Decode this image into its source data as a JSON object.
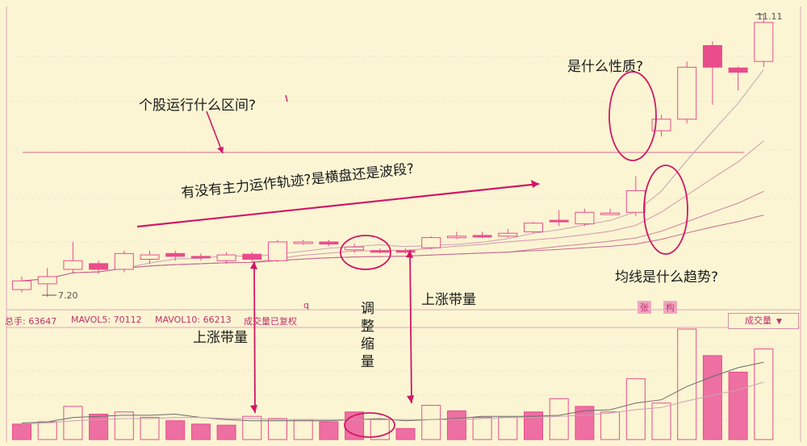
{
  "chart_data": {
    "type": "candlestick",
    "price_high_label": "11.11",
    "price_low_label": "7.20",
    "colors": {
      "background": "#fbf5d3",
      "up": "#e94d8c",
      "down": "#e94d8c",
      "grid": "#e6a3bd",
      "ma": "#d9a6b8",
      "annotation": "#d01766"
    },
    "candles": [
      {
        "open": 7.3,
        "close": 7.42,
        "high": 7.48,
        "low": 7.26,
        "up": true
      },
      {
        "open": 7.38,
        "close": 7.48,
        "high": 7.6,
        "low": 7.2,
        "up": true
      },
      {
        "open": 7.58,
        "close": 7.7,
        "high": 7.96,
        "low": 7.52,
        "up": true
      },
      {
        "open": 7.66,
        "close": 7.58,
        "high": 7.7,
        "low": 7.52,
        "up": false
      },
      {
        "open": 7.58,
        "close": 7.8,
        "high": 7.84,
        "low": 7.54,
        "up": true
      },
      {
        "open": 7.72,
        "close": 7.78,
        "high": 7.84,
        "low": 7.66,
        "up": true
      },
      {
        "open": 7.8,
        "close": 7.76,
        "high": 7.84,
        "low": 7.7,
        "up": false
      },
      {
        "open": 7.76,
        "close": 7.74,
        "high": 7.8,
        "low": 7.7,
        "up": false
      },
      {
        "open": 7.7,
        "close": 7.78,
        "high": 7.82,
        "low": 7.66,
        "up": true
      },
      {
        "open": 7.79,
        "close": 7.72,
        "high": 7.82,
        "low": 7.68,
        "up": false
      },
      {
        "open": 7.7,
        "close": 7.96,
        "high": 7.99,
        "low": 7.68,
        "up": true
      },
      {
        "open": 7.96,
        "close": 7.95,
        "high": 7.99,
        "low": 7.92,
        "up": true
      },
      {
        "open": 7.93,
        "close": 7.96,
        "high": 7.99,
        "low": 7.9,
        "up": false
      },
      {
        "open": 7.85,
        "close": 7.89,
        "high": 7.94,
        "low": 7.81,
        "up": true
      },
      {
        "open": 7.84,
        "close": 7.84,
        "high": 7.87,
        "low": 7.8,
        "up": false
      },
      {
        "open": 7.84,
        "close": 7.84,
        "high": 7.87,
        "low": 7.8,
        "up": false
      },
      {
        "open": 7.88,
        "close": 8.02,
        "high": 8.04,
        "low": 7.86,
        "up": true
      },
      {
        "open": 8.02,
        "close": 8.04,
        "high": 8.1,
        "low": 8.0,
        "up": true
      },
      {
        "open": 8.05,
        "close": 8.04,
        "high": 8.1,
        "low": 8.01,
        "up": false
      },
      {
        "open": 8.04,
        "close": 8.08,
        "high": 8.14,
        "low": 8.02,
        "up": true
      },
      {
        "open": 8.1,
        "close": 8.22,
        "high": 8.24,
        "low": 8.08,
        "up": true
      },
      {
        "open": 8.24,
        "close": 8.26,
        "high": 8.4,
        "low": 8.18,
        "up": false
      },
      {
        "open": 8.21,
        "close": 8.37,
        "high": 8.42,
        "low": 8.18,
        "up": true
      },
      {
        "open": 8.36,
        "close": 8.36,
        "high": 8.42,
        "low": 8.34,
        "up": true
      },
      {
        "open": 8.37,
        "close": 8.67,
        "high": 8.87,
        "low": 8.32,
        "up": true
      },
      {
        "open": 9.5,
        "close": 9.66,
        "high": 9.72,
        "low": 9.42,
        "up": true
      },
      {
        "open": 9.66,
        "close": 10.38,
        "high": 10.46,
        "low": 9.6,
        "up": true
      },
      {
        "open": 10.68,
        "close": 10.38,
        "high": 10.74,
        "low": 9.86,
        "up": false
      },
      {
        "open": 10.37,
        "close": 10.31,
        "high": 10.39,
        "low": 10.06,
        "up": false
      },
      {
        "open": 10.46,
        "close": 11.0,
        "high": 11.11,
        "low": 10.38,
        "up": true
      }
    ],
    "volume": {
      "filled": [
        true,
        false,
        false,
        true,
        false,
        false,
        true,
        true,
        true,
        false,
        false,
        false,
        true,
        true,
        false,
        true,
        false,
        true,
        false,
        false,
        true,
        false,
        true,
        false,
        false,
        false,
        false,
        true,
        true,
        false
      ],
      "values": [
        0.14,
        0.16,
        0.3,
        0.23,
        0.25,
        0.2,
        0.17,
        0.14,
        0.13,
        0.21,
        0.19,
        0.18,
        0.16,
        0.25,
        0.18,
        0.1,
        0.31,
        0.26,
        0.2,
        0.2,
        0.25,
        0.37,
        0.3,
        0.25,
        0.55,
        0.33,
        1.0,
        0.76,
        0.61,
        0.82
      ],
      "ma5": [
        0.15,
        0.16,
        0.2,
        0.21,
        0.22,
        0.22,
        0.23,
        0.2,
        0.18,
        0.17,
        0.17,
        0.17,
        0.17,
        0.18,
        0.19,
        0.17,
        0.18,
        0.19,
        0.21,
        0.21,
        0.21,
        0.22,
        0.26,
        0.27,
        0.33,
        0.36,
        0.48,
        0.57,
        0.65,
        0.7
      ],
      "ma10": [
        0.14,
        0.15,
        0.17,
        0.18,
        0.19,
        0.19,
        0.2,
        0.2,
        0.19,
        0.19,
        0.18,
        0.18,
        0.18,
        0.18,
        0.18,
        0.18,
        0.18,
        0.18,
        0.19,
        0.2,
        0.2,
        0.21,
        0.22,
        0.24,
        0.27,
        0.29,
        0.35,
        0.4,
        0.45,
        0.52
      ]
    },
    "info_bar": {
      "items": [
        "总手: 63647",
        "MAVOL5: 70112",
        "MAVOL10: 66213",
        "成交量已复权"
      ],
      "center_mark": "q",
      "right_marks": [
        "张",
        "构"
      ]
    },
    "volume_button": "成交量"
  },
  "annotations": {
    "range_question": "个股运行什么区间?",
    "trajectory_question": "有没有主力运作轨迹?是横盘还是波段?",
    "nature_question": "是什么性质?",
    "ma_trend_question": "均线是什么趋势?",
    "volume_up_left": "上涨带量",
    "volume_up_mid": "上涨带量",
    "adjust_shrink": "调整缩量"
  }
}
